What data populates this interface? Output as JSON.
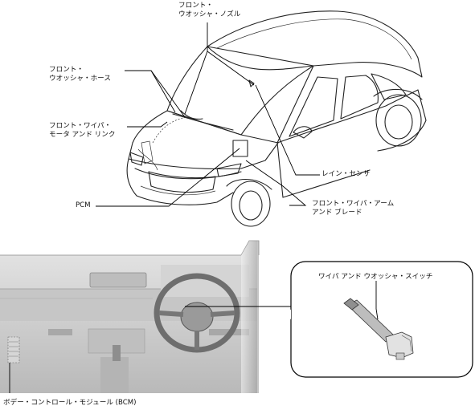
{
  "labels": {
    "washer_nozzle_line1": "フロント・",
    "washer_nozzle_line2": "ウオッシャ・ノズル",
    "washer_hose_line1": "フロント・",
    "washer_hose_line2": "ウオッシャ・ホース",
    "wiper_motor_line1": "フロント・ワイパ・",
    "wiper_motor_line2": "モータ アンド リンク",
    "rain_sensor": "レイン・センサ",
    "pcm": "PCM",
    "wiper_arm_line1": "フロント・ワイパ・アーム",
    "wiper_arm_line2": "アンド ブレード",
    "wiper_switch": "ワイパ アンド ウオッシャ・スイッチ",
    "bcm": "ボデー・コントロール・モジュール (BCM)"
  }
}
